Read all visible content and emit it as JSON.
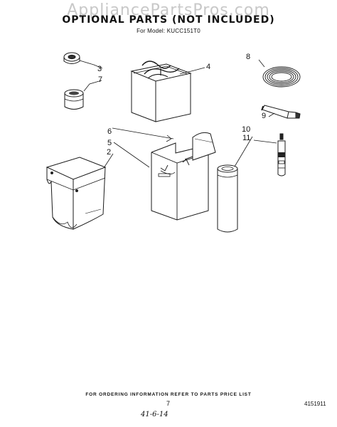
{
  "watermark": "AppliancePartsPros.com",
  "header": {
    "title": "OPTIONAL PARTS (NOT INCLUDED)",
    "model_line": "For Model: KUCC151T0"
  },
  "callouts": {
    "c2": "2",
    "c3": "3",
    "c4": "4",
    "c5": "5",
    "c6": "6",
    "c7": "7",
    "c8": "8",
    "c9": "9",
    "c10": "10",
    "c11": "11"
  },
  "footer": {
    "note": "FOR ORDERING INFORMATION REFER TO PARTS PRICE LIST",
    "page_number": "7",
    "doc_number": "4151911",
    "handwritten_date": "41-6-14"
  }
}
